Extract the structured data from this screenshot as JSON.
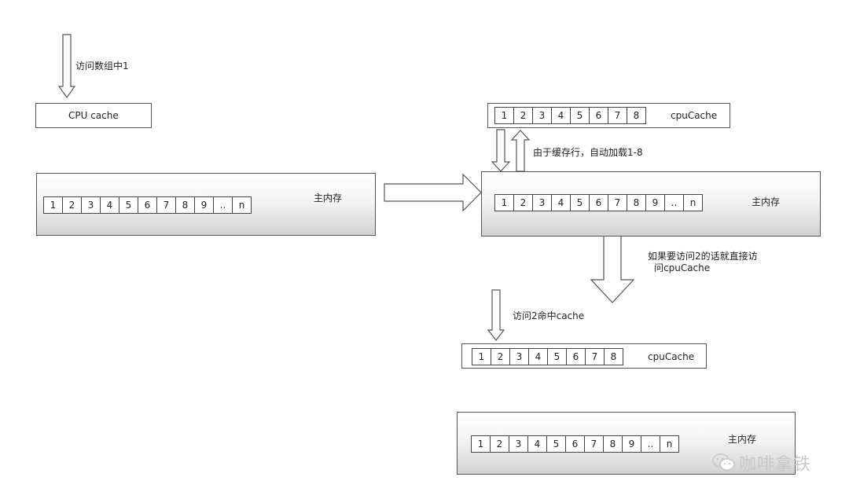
{
  "labels": {
    "access_hit_1": "访问数组中1",
    "cpu_cache": "CPU cache",
    "cpu_cache_b": "cpuCache",
    "cpu_cache_c": "cpuCache",
    "main_memory": "主内存",
    "cacheline_load": "由于缓存行，自动加载1-8",
    "direct_access_line1": "如果要访问2的话就直接访",
    "direct_access_line2": "问cpuCache",
    "access_hit_2": "访问2命中cache"
  },
  "memory_cells": [
    "1",
    "2",
    "3",
    "4",
    "5",
    "6",
    "7",
    "8",
    "9",
    "..",
    "n"
  ],
  "cache_cells": [
    "1",
    "2",
    "3",
    "4",
    "5",
    "6",
    "7",
    "8"
  ],
  "watermark": "咖啡拿铁"
}
